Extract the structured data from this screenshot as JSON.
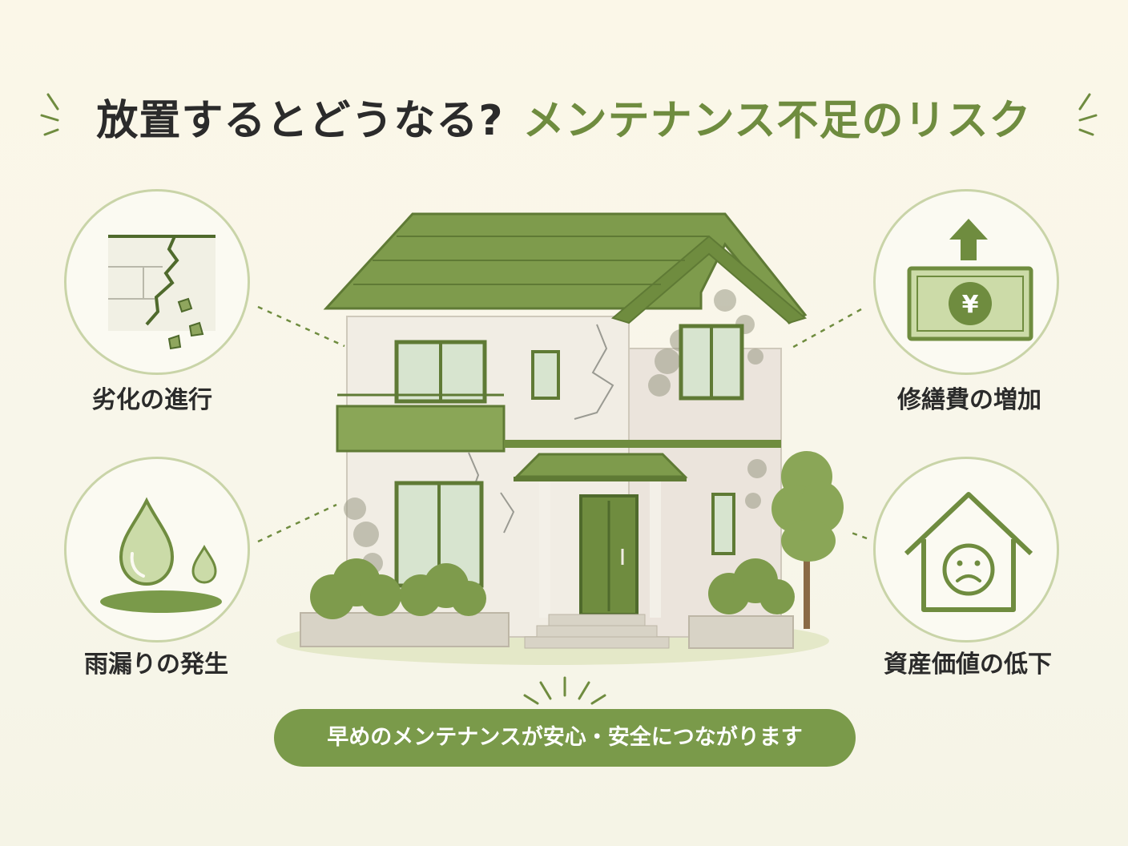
{
  "header": {
    "title_part1": "放置するとどうなる?",
    "title_part2": "メンテナンス不足のリスク"
  },
  "risks": {
    "deterioration": {
      "label": "劣化の進行",
      "icon": "cracked-wall-icon"
    },
    "repair_cost": {
      "label": "修繕費の増加",
      "icon": "banknote-up-icon",
      "currency_symbol": "¥"
    },
    "leak": {
      "label": "雨漏りの発生",
      "icon": "water-drop-icon"
    },
    "value_drop": {
      "label": "資産価値の低下",
      "icon": "sad-house-icon"
    }
  },
  "cta": {
    "text": "早めのメンテナンスが安心・安全につながります"
  },
  "colors": {
    "accent": "#7a9a4a",
    "title_dark": "#2b2b2b",
    "title_green": "#6f8c3f",
    "circle_border": "#c9d4a8"
  }
}
